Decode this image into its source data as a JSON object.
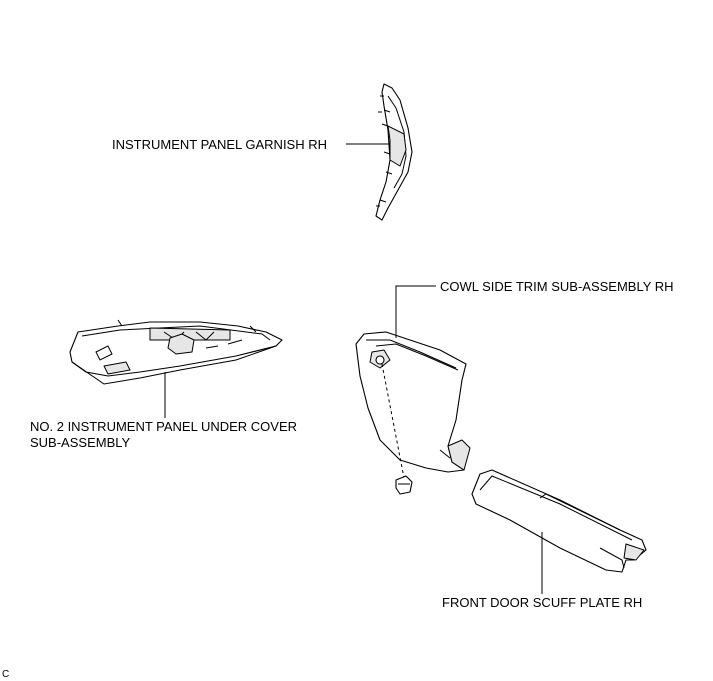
{
  "labels": {
    "garnish": "INSTRUMENT PANEL GARNISH RH",
    "cowl": "COWL SIDE TRIM SUB-ASSEMBLY RH",
    "under_cover_line1": "NO. 2 INSTRUMENT PANEL UNDER COVER",
    "under_cover_line2": "SUB-ASSEMBLY",
    "scuff": "FRONT DOOR SCUFF PLATE RH"
  },
  "corner_mark": "C"
}
